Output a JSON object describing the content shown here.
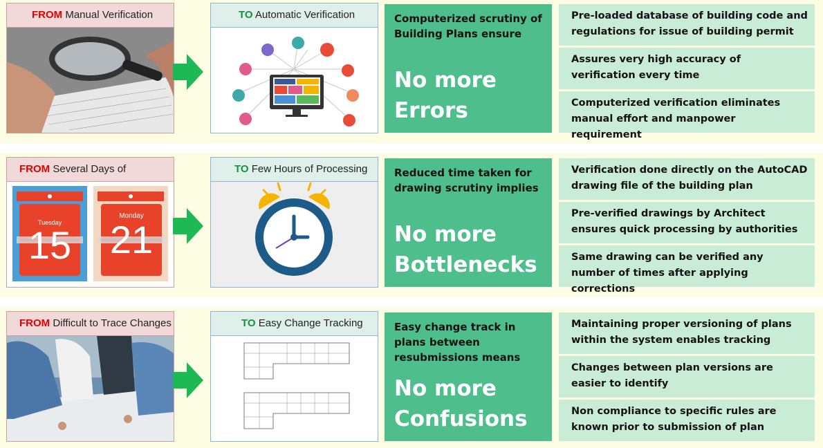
{
  "rows": [
    {
      "from_kw": "FROM",
      "from_text": "Manual Verification",
      "to_kw": "TO",
      "to_text": "Automatic Verification",
      "mid_intro": "Computerized scrutiny of Building Plans ensure",
      "mid_big_1": "No more",
      "mid_big_2": "Errors",
      "points": [
        "Pre-loaded database of building code and regulations for issue of building permit",
        "Assures very high accuracy of verification every time",
        "Computerized verification eliminates manual effort and manpower requirement"
      ]
    },
    {
      "from_kw": "FROM",
      "from_text": "Several Days of Processing",
      "to_kw": "TO",
      "to_text": "Few Hours of Processing",
      "mid_intro": "Reduced time taken for drawing scrutiny implies",
      "mid_big_1": "No more",
      "mid_big_2": "Bottlenecks",
      "points": [
        "Verification done directly on the AutoCAD drawing file of the building plan",
        "Pre-verified drawings by Architect ensures quick processing by authorities",
        "Same drawing can be verified any number of times after applying corrections"
      ],
      "calendar": {
        "day1": "Tuesday",
        "date1": "15",
        "day2": "Monday",
        "date2": "21"
      }
    },
    {
      "from_kw": "FROM",
      "from_text": "Difficult to Trace Changes",
      "to_kw": "TO",
      "to_text": "Easy Change Tracking",
      "mid_intro": "Easy change track in plans between resubmissions means",
      "mid_big_1": "No more",
      "mid_big_2": "Confusions",
      "points": [
        "Maintaining proper versioning of plans within the system enables tracking",
        "Changes between plan versions are easier to identify",
        "Non compliance to specific rules are known prior to submission of plan"
      ]
    }
  ],
  "colors": {
    "arrow": "#1db954",
    "mid": "#4ebf8c",
    "point": "#c9ecd6",
    "from_kw": "#e00000",
    "to_kw": "#14913a"
  }
}
